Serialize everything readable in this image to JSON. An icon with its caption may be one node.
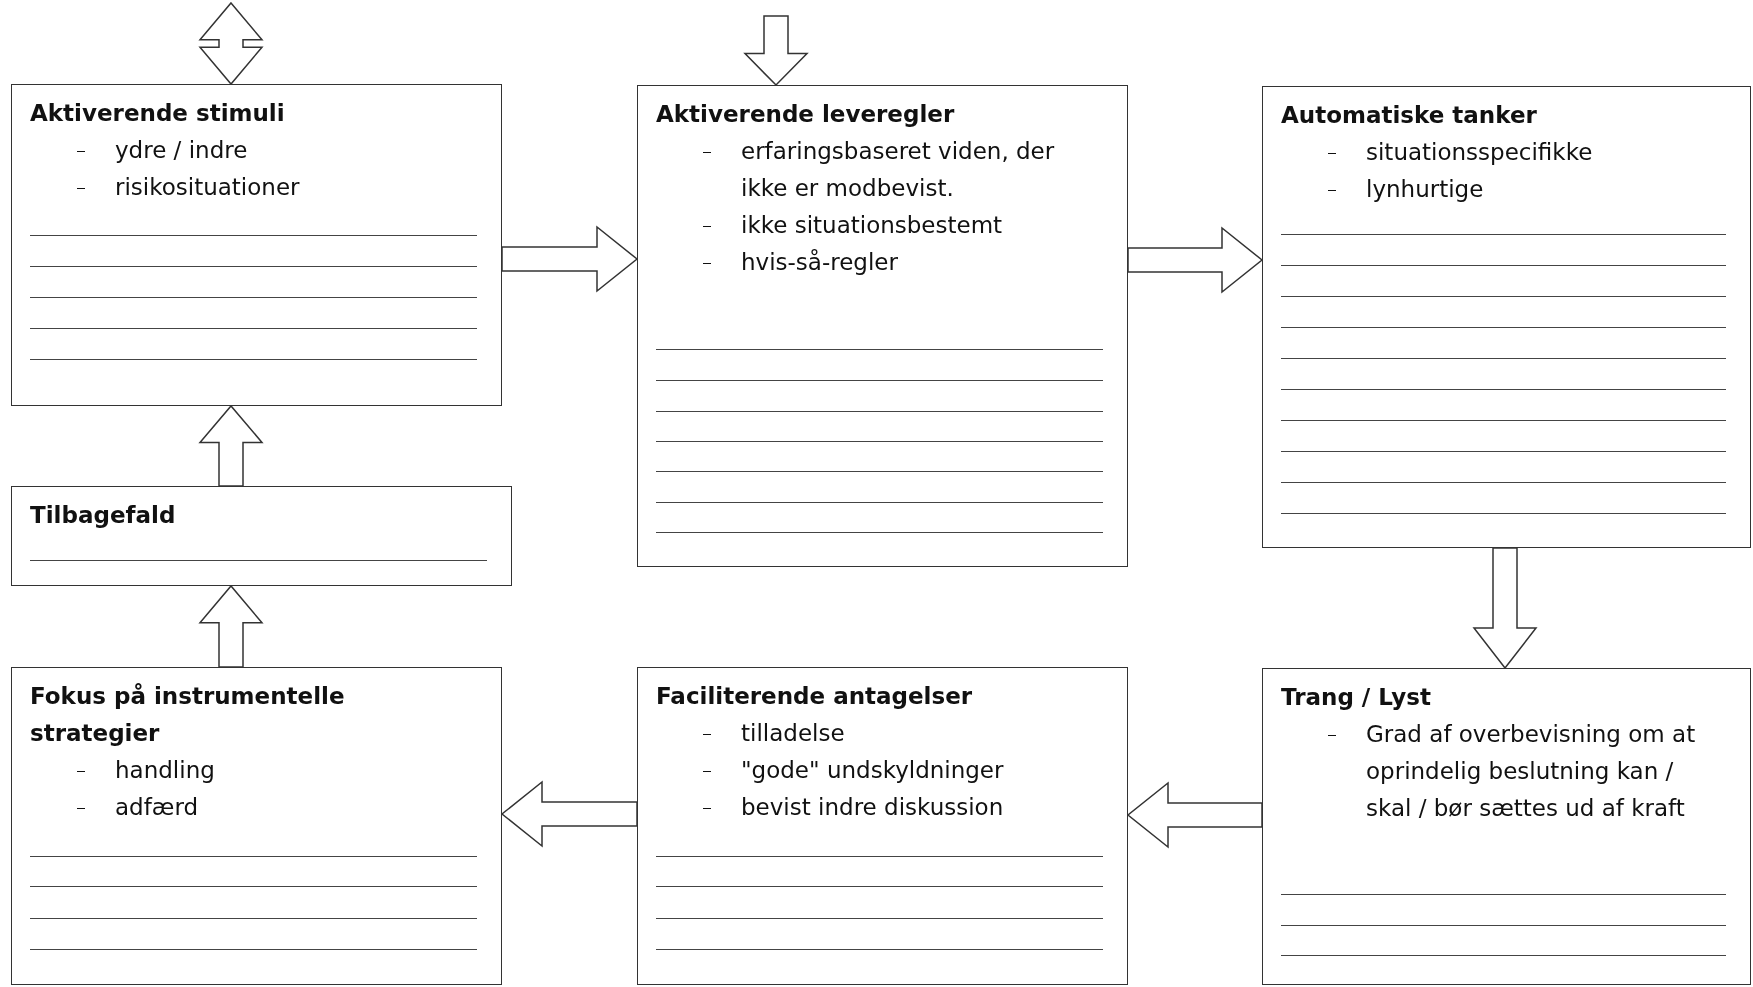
{
  "diagram": {
    "nodes": [
      {
        "text": [
          "Aktiverende stimuli",
          "ydre / indre",
          "risikosituationer"
        ]
      },
      {
        "text": [
          "Aktiverende leveregler",
          "erfaringsbaseret viden, der ikke er modbevist.",
          "ikke situationsbestemt",
          "hvis-så-regler"
        ]
      },
      {
        "text": [
          "Automatiske tanker",
          "situationsspecifikke",
          "lynhurtige"
        ]
      },
      {
        "text": [
          "Tilbagefald"
        ]
      },
      {
        "text": [
          "Fokus på instrumentelle strategier",
          "handling",
          "adfærd"
        ]
      },
      {
        "text": [
          "Faciliterende antagelser",
          "tilladelse",
          "\"gode\" undskyldninger",
          "bevist indre diskussion"
        ]
      },
      {
        "text": [
          "Trang / Lyst",
          "Grad af overbevisning om at oprindelig beslutning kan / skal / bør sættes ud af kraft"
        ]
      }
    ],
    "edges": [
      {
        "from": null,
        "to": 0,
        "arrow": "both"
      },
      {
        "from": null,
        "to": 1,
        "arrow": "to"
      },
      {
        "from": 0,
        "to": 1,
        "arrow": "to"
      },
      {
        "from": 1,
        "to": 2,
        "arrow": "to"
      },
      {
        "from": 2,
        "to": 6,
        "arrow": "to"
      },
      {
        "from": 6,
        "to": 5,
        "arrow": "to"
      },
      {
        "from": 5,
        "to": 4,
        "arrow": "to"
      },
      {
        "from": 4,
        "to": 3,
        "arrow": "to"
      },
      {
        "from": 3,
        "to": 0,
        "arrow": "to"
      }
    ]
  }
}
